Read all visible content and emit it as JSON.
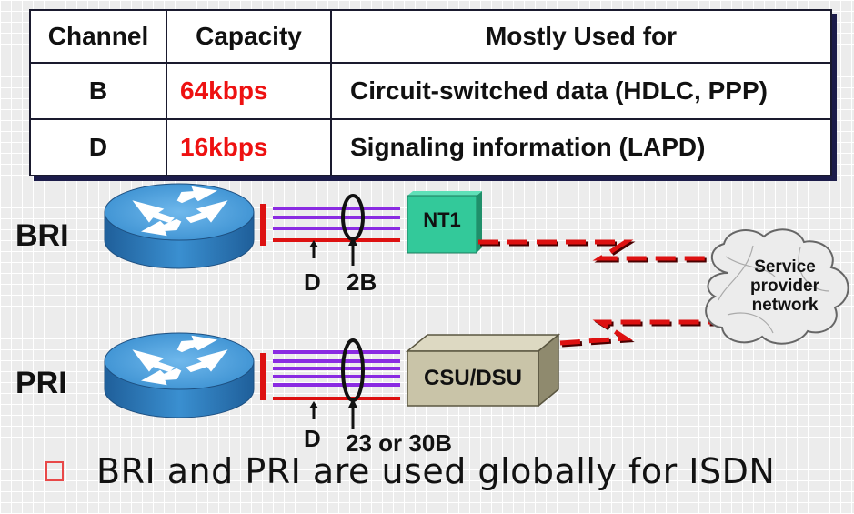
{
  "table": {
    "headers": [
      "Channel",
      "Capacity",
      "Mostly Used for"
    ],
    "rows": [
      {
        "channel": "B",
        "capacity": "64kbps",
        "use": "Circuit-switched data (HDLC, PPP)"
      },
      {
        "channel": "D",
        "capacity": "16kbps",
        "use": "Signaling information (LAPD)"
      }
    ]
  },
  "diagram": {
    "bri": {
      "label": "BRI",
      "device": "NT1",
      "d_label": "D",
      "b_label": "2B"
    },
    "pri": {
      "label": "PRI",
      "device": "CSU/DSU",
      "d_label": "D",
      "b_label": "23 or 30B"
    },
    "cloud": {
      "line1": "Service",
      "line2": "provider",
      "line3": "network"
    }
  },
  "bullet": {
    "text": "BRI and PRI are used globally for ISDN"
  },
  "colors": {
    "capacity_text": "#ee1111",
    "b_channel_line": "#8a2be2",
    "d_channel_line": "#dd1111",
    "router": "#3a8fd0",
    "nt1_box": "#33c99a",
    "csu_box": "#c9c4a8"
  }
}
